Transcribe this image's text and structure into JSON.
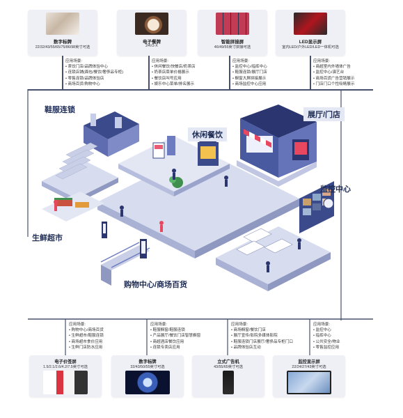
{
  "top_products": [
    {
      "name": "数字标牌",
      "spec": "22/32/43/55/65/75/86/98英寸可选"
    },
    {
      "name": "电子餐牌",
      "spec": "24V2-X"
    },
    {
      "name": "智能拼接屏",
      "spec": "46/49/55英寸拼接可选"
    },
    {
      "name": "LED显示屏",
      "spec": "室内LED/户外LED/LED一体机可选"
    }
  ],
  "top_scenes": [
    {
      "title": "应用场景:",
      "items": [
        "茶饮门店/品牌体验中心",
        "连锁店铺(面包/餐饮/奢侈品专柜)",
        "零售连锁/品牌体验店",
        "商场百货/购物中心"
      ]
    },
    {
      "title": "应用场景:",
      "items": [
        "休闲餐饮/快餐店/奶茶店",
        "奶茶店菜单价格展示",
        "餐饮店叫号应用",
        "娱乐中心菜单/排名展示"
      ]
    },
    {
      "title": "应用场景:",
      "items": [
        "监控中心/指挥中心",
        "鞋服连锁/展厅门店",
        "橱窗大屏拼接展示",
        "商场监控中心应用"
      ]
    },
    {
      "title": "应用场景:",
      "items": [
        "商超室内外墙体广告",
        "监控中心/演艺台",
        "商场百货广告营销展示",
        "门店门口个性吸睛展示"
      ]
    }
  ],
  "scene_labels": {
    "clothing": "鞋服连锁",
    "leisure": "休闲餐饮",
    "showroom": "展厅/门店",
    "monitor": "监控中心",
    "fresh": "生鲜超市",
    "mall": "购物中心/商场百货"
  },
  "bottom_scenes": [
    {
      "title": "应用场景:",
      "items": [
        "购物中心/商场百货",
        "生鲜超市/鞋服连锁",
        "商场超市食价应用",
        "生鲜门店防水应用"
      ]
    },
    {
      "title": "应用场景:",
      "items": [
        "鞋服橱窗/鞋服连锁",
        "产品展厅/餐饮门店智慧橱窗",
        "商超酒店餐饮应用",
        "连锁专卖店应用"
      ]
    },
    {
      "title": "应用场景:",
      "items": [
        "商场橱窗/餐饮门店",
        "展厅宣传/影院多媒体影院",
        "鞋服连锁门店展厅/奢侈品专柜门口",
        "品牌体验店互动"
      ]
    },
    {
      "title": "应用场景:",
      "items": [
        "监控中心",
        "指挥中心",
        "公共安全/物业",
        "零售监控应用"
      ]
    }
  ],
  "bottom_products": [
    {
      "name": "电子价签屏",
      "spec": "1.5/2.1/2.6/4.2/7.5英寸可选"
    },
    {
      "name": "数字标牌",
      "spec": "32/43/50/55英寸可选"
    },
    {
      "name": "立式广告机",
      "spec": "43/55/65英寸可选"
    },
    {
      "name": "监控显示屏",
      "spec": "22/24/27/43英寸可选"
    }
  ],
  "colors": {
    "navy": "#1f2d55",
    "floor": "#d7dcee",
    "accent": "#3a4a8a",
    "line": "#46506e"
  }
}
